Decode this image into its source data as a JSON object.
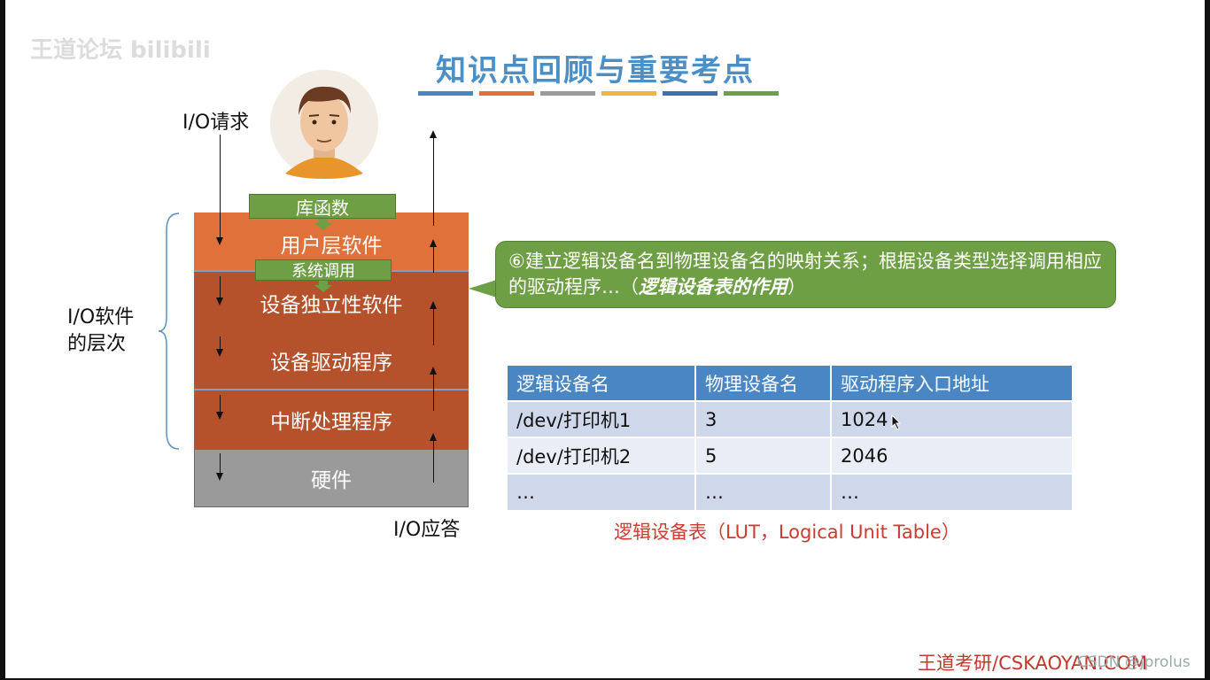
{
  "watermark": "王道论坛 bilibili",
  "title": "知识点回顾与重要考点",
  "title_bar_colors": [
    "#4a86c4",
    "#e0713a",
    "#9a9a9a",
    "#f0b440",
    "#3f6fb5",
    "#6f9f45"
  ],
  "io_request_label": "I/O请求",
  "io_response_label": "I/O应答",
  "io_software_label_line1": "I/O软件",
  "io_software_label_line2": "的层次",
  "layers": {
    "user": "用户层软件",
    "independent": "设备独立性软件",
    "driver": "设备驱动程序",
    "interrupt": "中断处理程序",
    "hardware": "硬件"
  },
  "library_function_label": "库函数",
  "system_call_label": "系统调用",
  "callout": {
    "text": "⑥建立逻辑设备名到物理设备名的映射关系；根据设备类型选择调用相应的驱动程序…（",
    "emphasis": "逻辑设备表的作用",
    "tail": "）"
  },
  "table": {
    "headers": [
      "逻辑设备名",
      "物理设备名",
      "驱动程序入口地址"
    ],
    "rows": [
      [
        "/dev/打印机1",
        "3",
        "1024"
      ],
      [
        "/dev/打印机2",
        "5",
        "2046"
      ],
      [
        "…",
        "…",
        "…"
      ]
    ]
  },
  "caption": "逻辑设备表（LUT，Logical Unit Table）",
  "footer": "王道考研/CSKAOYAN.COM",
  "csdn_mark": "CSDN @jprolus",
  "colors": {
    "layer_user": "#e0713a",
    "layer_kernel": "#b5512b",
    "layer_hardware": "#9a9a9a",
    "green": "#6f9f45",
    "table_header": "#4a86c4"
  }
}
